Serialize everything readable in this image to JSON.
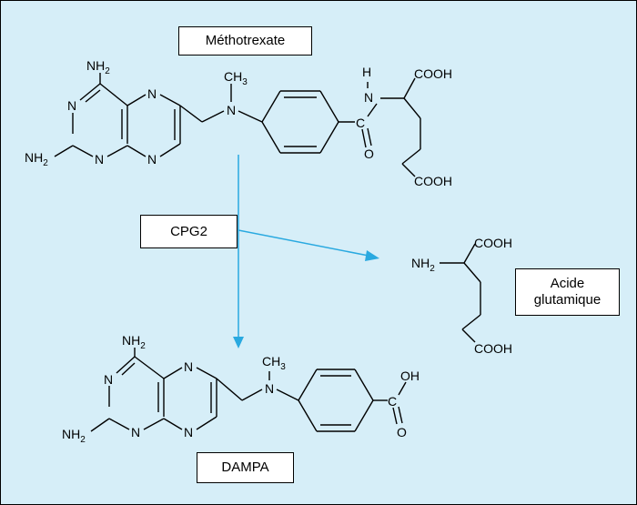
{
  "labels": {
    "methotrexate": "Méthotrexate",
    "cpg2": "CPG2",
    "acide_line1": "Acide",
    "acide_line2": "glutamique",
    "dampa": "DAMPA"
  },
  "atoms": {
    "N": "N",
    "NH2": "NH",
    "sub2": "2",
    "CH3": "CH",
    "sub3": "3",
    "H": "H",
    "O": "O",
    "OH": "OH",
    "C": "C",
    "COOH": "COOH"
  },
  "colors": {
    "background": "#d6eef8",
    "arrow": "#29a9e0"
  }
}
